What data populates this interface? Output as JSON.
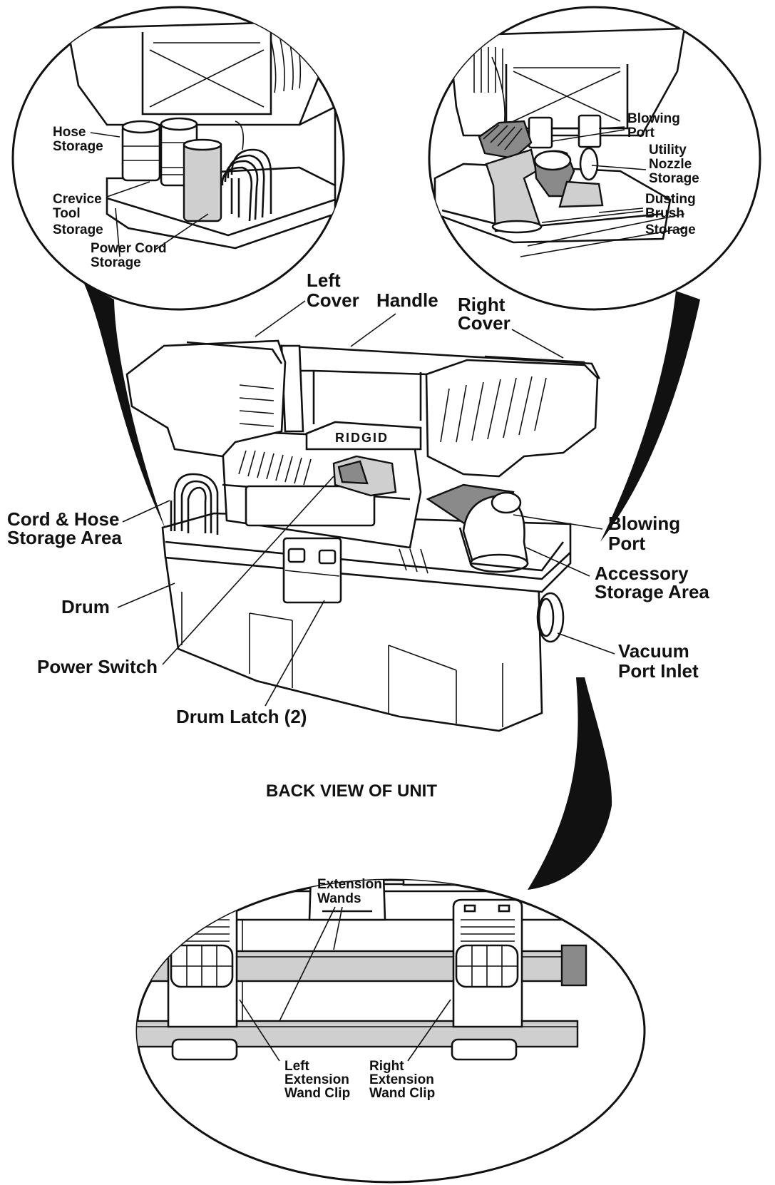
{
  "top_left_callout": {
    "hose_storage": [
      "Hose",
      "Storage"
    ],
    "crevice_tool_storage": [
      "Crevice",
      "Tool",
      "Storage"
    ],
    "power_cord_storage": [
      "Power Cord",
      "Storage"
    ]
  },
  "top_right_callout": {
    "blowing_port": [
      "Blowing",
      "Port"
    ],
    "utility_nozzle_storage": [
      "Utility",
      "Nozzle",
      "Storage"
    ],
    "dusting_brush_storage": [
      "Dusting",
      "Brush",
      "Storage"
    ]
  },
  "main_unit": {
    "left_cover": [
      "Left",
      "Cover"
    ],
    "handle": "Handle",
    "right_cover": [
      "Right",
      "Cover"
    ],
    "brand_logo": "RIDGID",
    "cord_hose_storage_area": [
      "Cord & Hose",
      "Storage Area"
    ],
    "blowing_port": [
      "Blowing",
      "Port"
    ],
    "accessory_storage_area": [
      "Accessory",
      "Storage Area"
    ],
    "drum": "Drum",
    "vacuum_port_inlet": [
      "Vacuum",
      "Port Inlet"
    ],
    "power_switch": "Power Switch",
    "drum_latch": "Drum Latch (2)"
  },
  "back_view": {
    "title": "BACK VIEW OF UNIT",
    "extension_wands": [
      "Extension",
      "Wands"
    ],
    "left_extension_wand_clip": [
      "Left",
      "Extension",
      "Wand Clip"
    ],
    "right_extension_wand_clip": [
      "Right",
      "Extension",
      "Wand Clip"
    ]
  }
}
